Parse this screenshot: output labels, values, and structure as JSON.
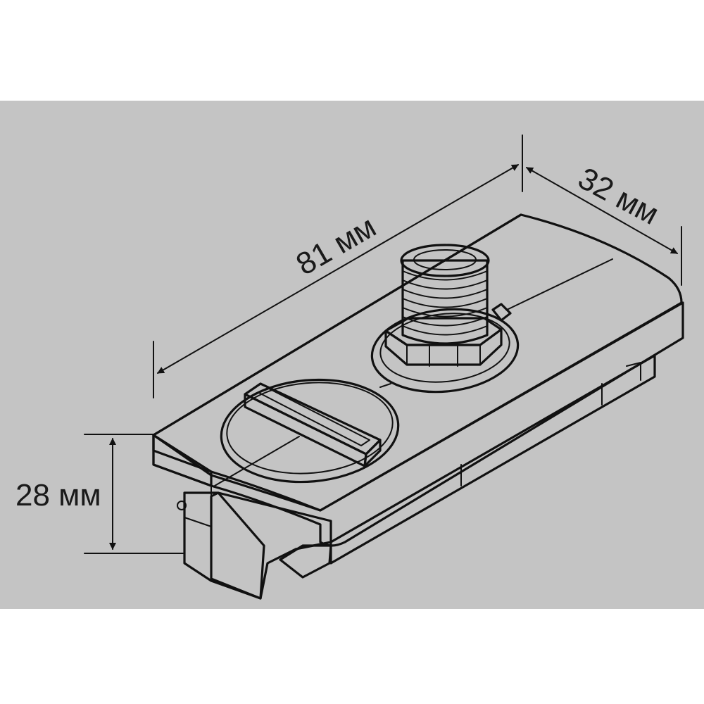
{
  "colors": {
    "background_panel": "#c4c4c4",
    "page": "#ffffff",
    "body_face": "#c9c9c9",
    "body_light": "#d7d7d7",
    "body_dark": "#b3b3b3",
    "line": "#111111"
  },
  "dimensions": {
    "length": "81 мм",
    "width": "32 мм",
    "height": "28 мм"
  }
}
